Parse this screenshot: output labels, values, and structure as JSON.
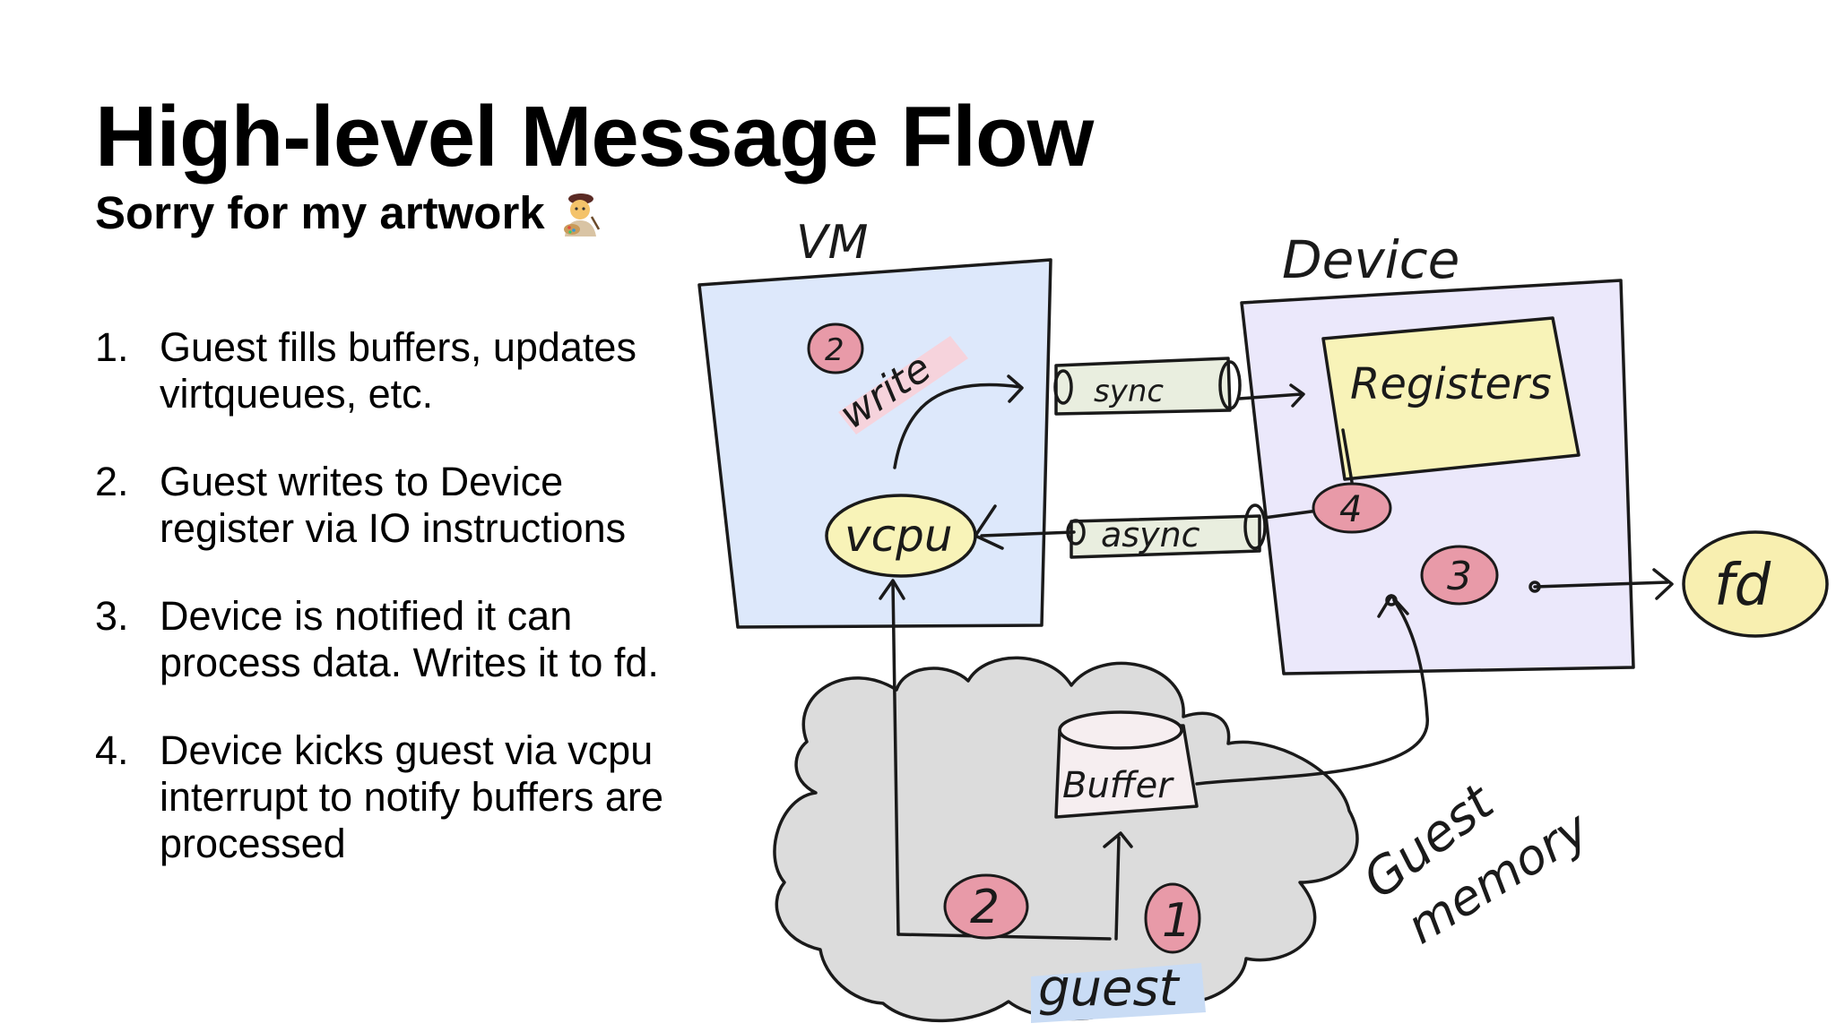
{
  "slide": {
    "title": "High-level Message Flow",
    "subtitle": "Sorry for my artwork",
    "subtitle_icon": "artist-emoji-icon",
    "steps": [
      {
        "num": "1.",
        "text": "Guest fills buffers, updates virtqueues, etc."
      },
      {
        "num": "2.",
        "text": "Guest writes to Device register via IO instructions"
      },
      {
        "num": "3.",
        "text": "Device is notified it can process data. Writes it to fd."
      },
      {
        "num": "4.",
        "text": "Device kicks guest via vcpu interrupt to notify buffers are processed"
      }
    ]
  },
  "diagram": {
    "vm_label": "VM",
    "device_label": "Device",
    "registers_label": "Registers",
    "vcpu_label": "vcpu",
    "write_label": "write",
    "sync_label": "sync",
    "async_label": "async",
    "buffer_label": "Buffer",
    "fd_label": "fd",
    "guest_label": "guest",
    "guest_memory_label_1": "Guest",
    "guest_memory_label_2": "memory",
    "markers": {
      "m1": "1",
      "m2": "2",
      "m2_vm": "2",
      "m3": "3",
      "m4": "4"
    },
    "colors": {
      "vm_fill": "#dde8fb",
      "device_fill": "#ebe8fb",
      "registers_fill": "#f8f3b8",
      "vcpu_fill": "#f8f3b8",
      "fd_fill": "#f8efb0",
      "cloud_fill": "#dcdcdc",
      "channel_fill": "#e9eedf",
      "marker_fill": "#e89aa8",
      "write_highlight": "#f6d3dc",
      "guest_highlight": "#c9dcf5"
    }
  }
}
